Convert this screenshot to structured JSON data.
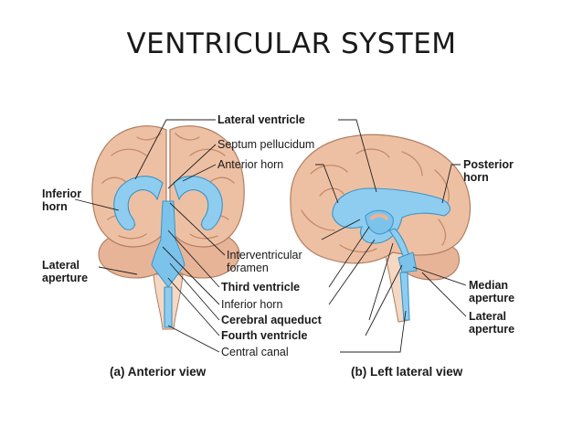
{
  "title": "VENTRICULAR SYSTEM",
  "views": {
    "anterior_caption": "(a) Anterior view",
    "lateral_caption": "(b) Left lateral view"
  },
  "labels": {
    "lateral_ventricle": "Lateral ventricle",
    "septum_pellucidum": "Septum pellucidum",
    "anterior_horn": "Anterior horn",
    "inferior_horn_left_1": "Inferior",
    "inferior_horn_left_2": "horn",
    "lateral_aperture_left_1": "Lateral",
    "lateral_aperture_left_2": "aperture",
    "interventricular_foramen_1": "Interventricular",
    "interventricular_foramen_2": "foramen",
    "third_ventricle": "Third ventricle",
    "inferior_horn_center": "Inferior horn",
    "cerebral_aqueduct": "Cerebral aqueduct",
    "fourth_ventricle": "Fourth ventricle",
    "central_canal": "Central canal",
    "posterior_horn_1": "Posterior",
    "posterior_horn_2": "horn",
    "median_aperture_1": "Median",
    "median_aperture_2": "aperture",
    "lateral_aperture_right_1": "Lateral",
    "lateral_aperture_right_2": "aperture"
  },
  "colors": {
    "brain": "#eec0a3",
    "ventricle": "#8ecdf0",
    "ventricle_outline": "#3d93c2"
  }
}
